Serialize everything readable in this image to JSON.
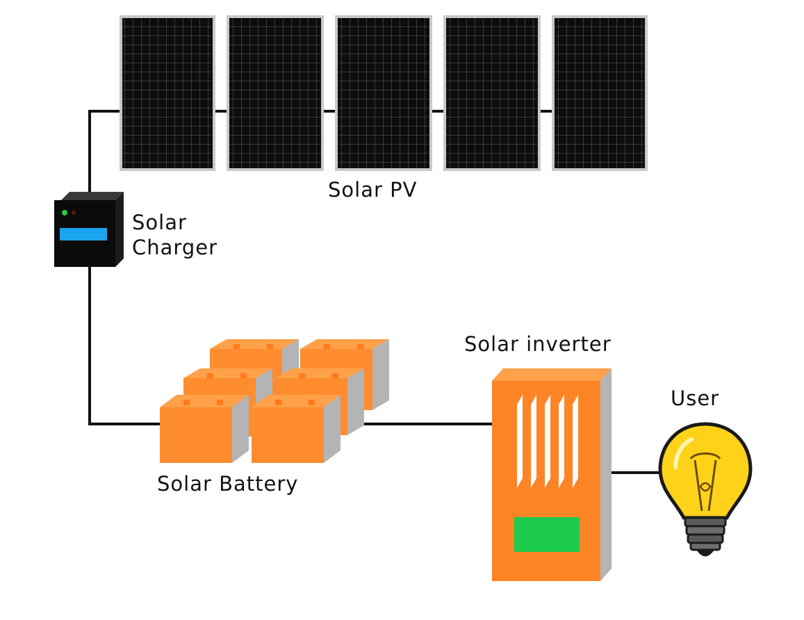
{
  "labels": {
    "solar_pv": "Solar PV",
    "solar_charger_line1": "Solar",
    "solar_charger_line2": "Charger",
    "solar_battery": "Solar Battery",
    "solar_inverter": "Solar inverter",
    "user": "User"
  },
  "components": {
    "panel_count": 5,
    "battery_count": 6,
    "inverter_vent_count": 5
  },
  "colors": {
    "wire": "#111111",
    "panel_cell": "#0d0d0d",
    "panel_grid": "#8a8a8a",
    "battery_orange": "#ff8c2e",
    "battery_side": "#b4b4b4",
    "inverter_orange": "#ff8426",
    "inverter_display": "#1ccb4d",
    "charger_display": "#1aa3ee",
    "charger_led": "#2ecc40",
    "bulb_yellow": "#ffd21a"
  }
}
